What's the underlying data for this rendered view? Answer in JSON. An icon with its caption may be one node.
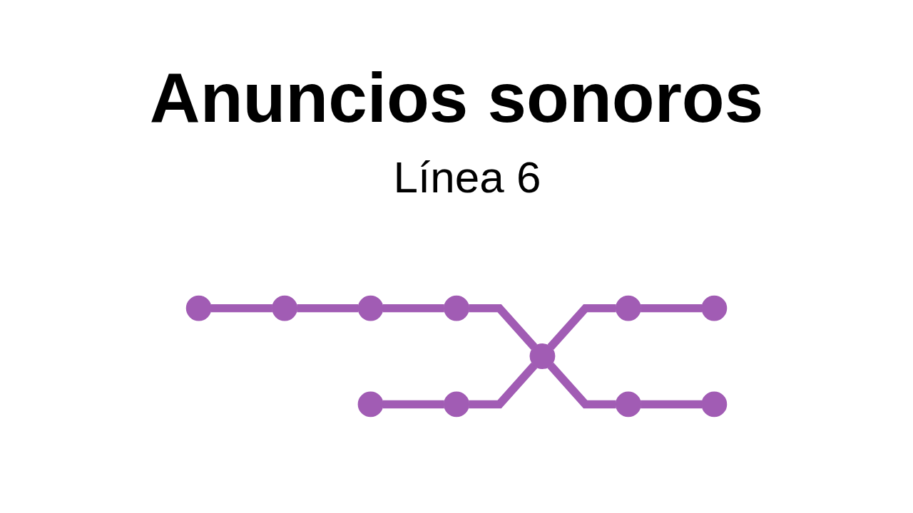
{
  "diagram": {
    "title": "Anuncios sonoros",
    "nodes": [
      {
        "text": [],
        "shape": "circle"
      },
      {
        "text": [],
        "shape": "circle"
      },
      {
        "text": [],
        "shape": "circle"
      },
      {
        "text": [],
        "shape": "circle"
      },
      {
        "text": [],
        "shape": "circle"
      },
      {
        "text": [],
        "shape": "circle"
      },
      {
        "text": [],
        "shape": "circle"
      },
      {
        "text": [],
        "shape": "circle"
      },
      {
        "text": [],
        "shape": "circle"
      },
      {
        "text": [],
        "shape": "circle"
      },
      {
        "text": [],
        "shape": "circle"
      }
    ],
    "edges": [
      {
        "from": 0,
        "to": 2,
        "arrow": "none"
      },
      {
        "from": 2,
        "to": 4,
        "arrow": "none"
      },
      {
        "from": 4,
        "to": 5,
        "arrow": "none"
      },
      {
        "from": 5,
        "to": 6,
        "arrow": "none"
      },
      {
        "from": 6,
        "to": 8,
        "arrow": "none"
      },
      {
        "from": 8,
        "to": 9,
        "arrow": "none"
      },
      {
        "from": 1,
        "to": 3,
        "arrow": "none"
      },
      {
        "from": 3,
        "to": 6,
        "arrow": "none"
      },
      {
        "from": 6,
        "to": 7,
        "arrow": "none"
      },
      {
        "from": 7,
        "to": 10,
        "arrow": "none"
      }
    ],
    "labels": [
      "Línea 6"
    ]
  }
}
